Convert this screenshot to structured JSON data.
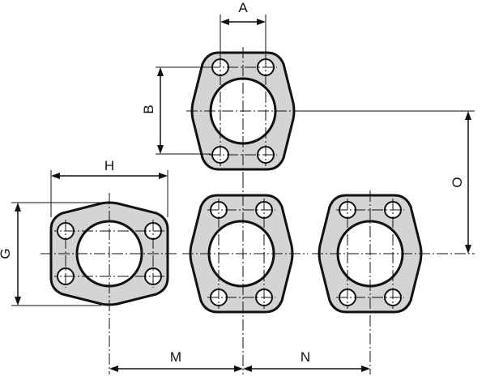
{
  "diagram": {
    "dimensions": {
      "a": "A",
      "b": "B",
      "g": "G",
      "h": "H",
      "m": "M",
      "n": "N",
      "o": "O"
    }
  }
}
